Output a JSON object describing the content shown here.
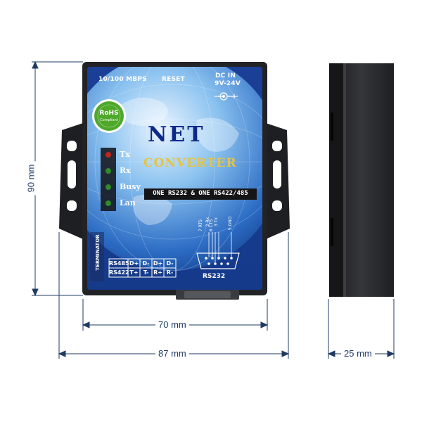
{
  "front": {
    "label_ethernet": "10/100 MBPS",
    "label_reset": "RESET",
    "label_dc": "DC IN",
    "label_voltage": "9V-24V",
    "rohs_main": "RoHS",
    "rohs_sub": "Compliant",
    "title_line1": "NET",
    "title_line2": "CONVERTER",
    "banner": "ONE RS232 & ONE RS422/485",
    "leds": [
      {
        "label": "Tx",
        "color": "#c0261f"
      },
      {
        "label": "Rx",
        "color": "#2f8a2a"
      },
      {
        "label": "Busy",
        "color": "#2f8a2a"
      },
      {
        "label": "Lan",
        "color": "#2f8a2a"
      }
    ],
    "terminator": "TERMINATOR",
    "rs485_label": "RS485",
    "rs422_label": "RS422",
    "rs485_pins": [
      "D+",
      "D-",
      "D+",
      "D-"
    ],
    "rs422_pins": [
      "T+",
      "T-",
      "R+",
      "R-"
    ],
    "db9_pins": [
      "7 RTS",
      "2 Rx",
      "8 CTS",
      "3 Tx",
      "5 GND"
    ],
    "rs232_label": "RS232"
  },
  "dimensions": {
    "height": "90 mm",
    "inner_width": "70 mm",
    "outer_width": "87 mm",
    "depth": "25 mm"
  }
}
